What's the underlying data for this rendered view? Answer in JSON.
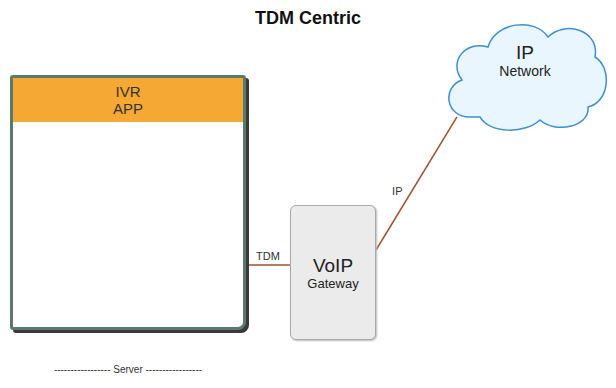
{
  "diagram": {
    "title": "TDM Centric",
    "nodes": [
      {
        "text": [
          "----------------- Server -----------------"
        ]
      },
      {
        "text": [
          "IVR APP"
        ],
        "in": 0
      },
      {
        "text": [
          "VoIP",
          "Gateway"
        ]
      },
      {
        "text": [
          "IP",
          "Network"
        ]
      }
    ],
    "edges": [
      {
        "from": 0,
        "to": 2,
        "label": "TDM",
        "arrow": "none"
      },
      {
        "from": 2,
        "to": 3,
        "label": "IP",
        "arrow": "none"
      }
    ]
  }
}
